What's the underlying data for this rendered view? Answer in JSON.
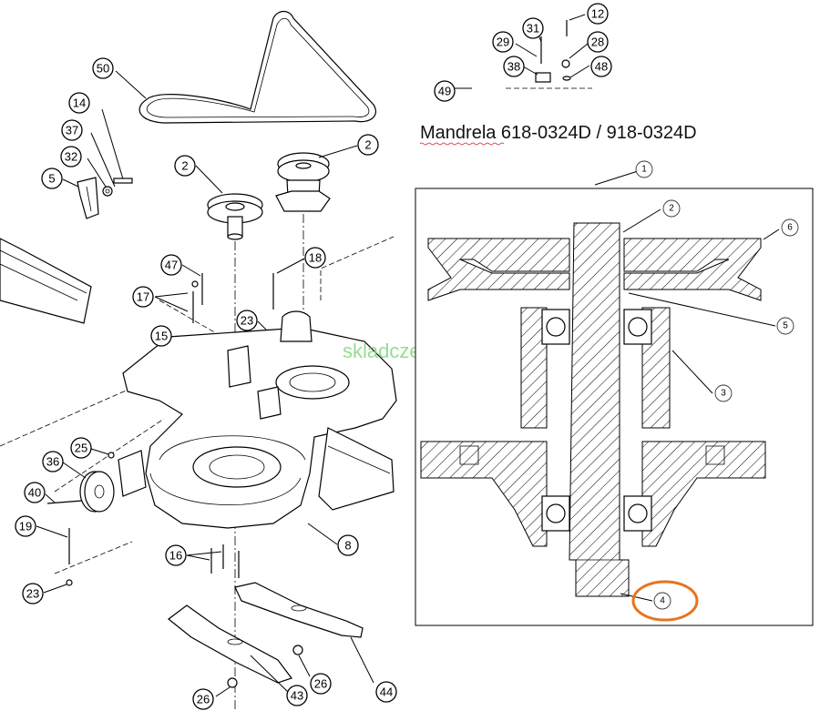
{
  "title": "Mandrela 618-0324D / 918-0324D",
  "watermark": "skladczesci.pl",
  "exploded_callouts": {
    "c50": "50",
    "c14": "14",
    "c37": "37",
    "c32": "32",
    "c5": "5",
    "c2a": "2",
    "c2b": "2",
    "c47": "47",
    "c17": "17",
    "c18": "18",
    "c23a": "23",
    "c15": "15",
    "c25": "25",
    "c36": "36",
    "c40": "40",
    "c19": "19",
    "c23b": "23",
    "c16": "16",
    "c8": "8",
    "c26a": "26",
    "c26b": "26",
    "c43": "43",
    "c44": "44",
    "c31": "31",
    "c12": "12",
    "c29": "29",
    "c28": "28",
    "c38": "38",
    "c48": "48",
    "c49": "49"
  },
  "detail_callouts": {
    "d1": "1",
    "d2": "2",
    "d3": "3",
    "d4": "4",
    "d5": "5",
    "d6": "6"
  },
  "colors": {
    "highlight": "#e8741e",
    "watermark": "#7dd37a",
    "line": "#000000"
  }
}
